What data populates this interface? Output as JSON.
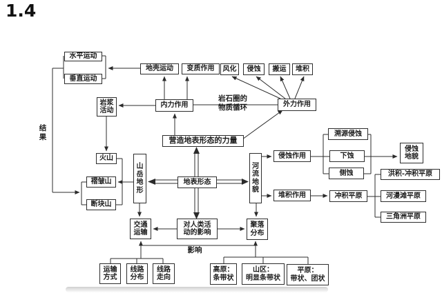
{
  "page": {
    "title": "1.4"
  },
  "colors": {
    "line": "#2b2b2b",
    "text": "#1c1c1c",
    "background": "#ffffff"
  },
  "labels": {
    "result": "结\n果",
    "rock_cycle": "岩石圈的\n物质循环",
    "influence": "影响"
  },
  "nodes": {
    "horizontal_motion": {
      "label": "水平运动"
    },
    "vertical_motion": {
      "label": "垂直运动"
    },
    "crustal_motion": {
      "label": "地壳运动"
    },
    "metamorphism": {
      "label": "变质作用"
    },
    "weathering": {
      "label": "风化"
    },
    "erosion": {
      "label": "侵蚀"
    },
    "transport_process": {
      "label": "搬运"
    },
    "deposition": {
      "label": "堆积"
    },
    "magma_activity": {
      "label": "岩浆\n活动"
    },
    "internal_force": {
      "label": "内力作用"
    },
    "external_force": {
      "label": "外力作用"
    },
    "shaping_force": {
      "label": "营造地表形态的力量"
    },
    "volcano": {
      "label": "火山"
    },
    "fold_mountain": {
      "label": "褶皱山"
    },
    "fault_block_mountain": {
      "label": "断块山"
    },
    "mountain_terrain": {
      "label": "山\n岳\n地\n形"
    },
    "surface_form": {
      "label": "地表形态"
    },
    "river_landform": {
      "label": "河\n流\n地\n貌"
    },
    "erosion_action": {
      "label": "侵蚀作用"
    },
    "headward_erosion": {
      "label": "溯源侵蚀"
    },
    "downcutting": {
      "label": "下蚀"
    },
    "lateral_erosion": {
      "label": "侧蚀"
    },
    "erosion_landform": {
      "label": "侵蚀\n地貌"
    },
    "accumulation": {
      "label": "堆积作用"
    },
    "alluvial_plain": {
      "label": "冲积平原"
    },
    "proluvial_plain": {
      "label": "洪积-冲积平原"
    },
    "floodplain_plain": {
      "label": "河漫滩平原"
    },
    "delta_plain": {
      "label": "三角洲平原"
    },
    "transport": {
      "label": "交通\n运输"
    },
    "human_impact": {
      "label": "对人类活\n动的影响"
    },
    "settlement": {
      "label": "聚落\n分布"
    },
    "transport_mode": {
      "label": "运输\n方式"
    },
    "line_distribution": {
      "label": "线路\n分布"
    },
    "line_direction": {
      "label": "线路\n走向"
    },
    "plateau": {
      "label": "高原：\n条带状"
    },
    "mountain_region": {
      "label": "山区：\n明显条带状"
    },
    "plain": {
      "label": "平原：\n带状、团状"
    }
  }
}
